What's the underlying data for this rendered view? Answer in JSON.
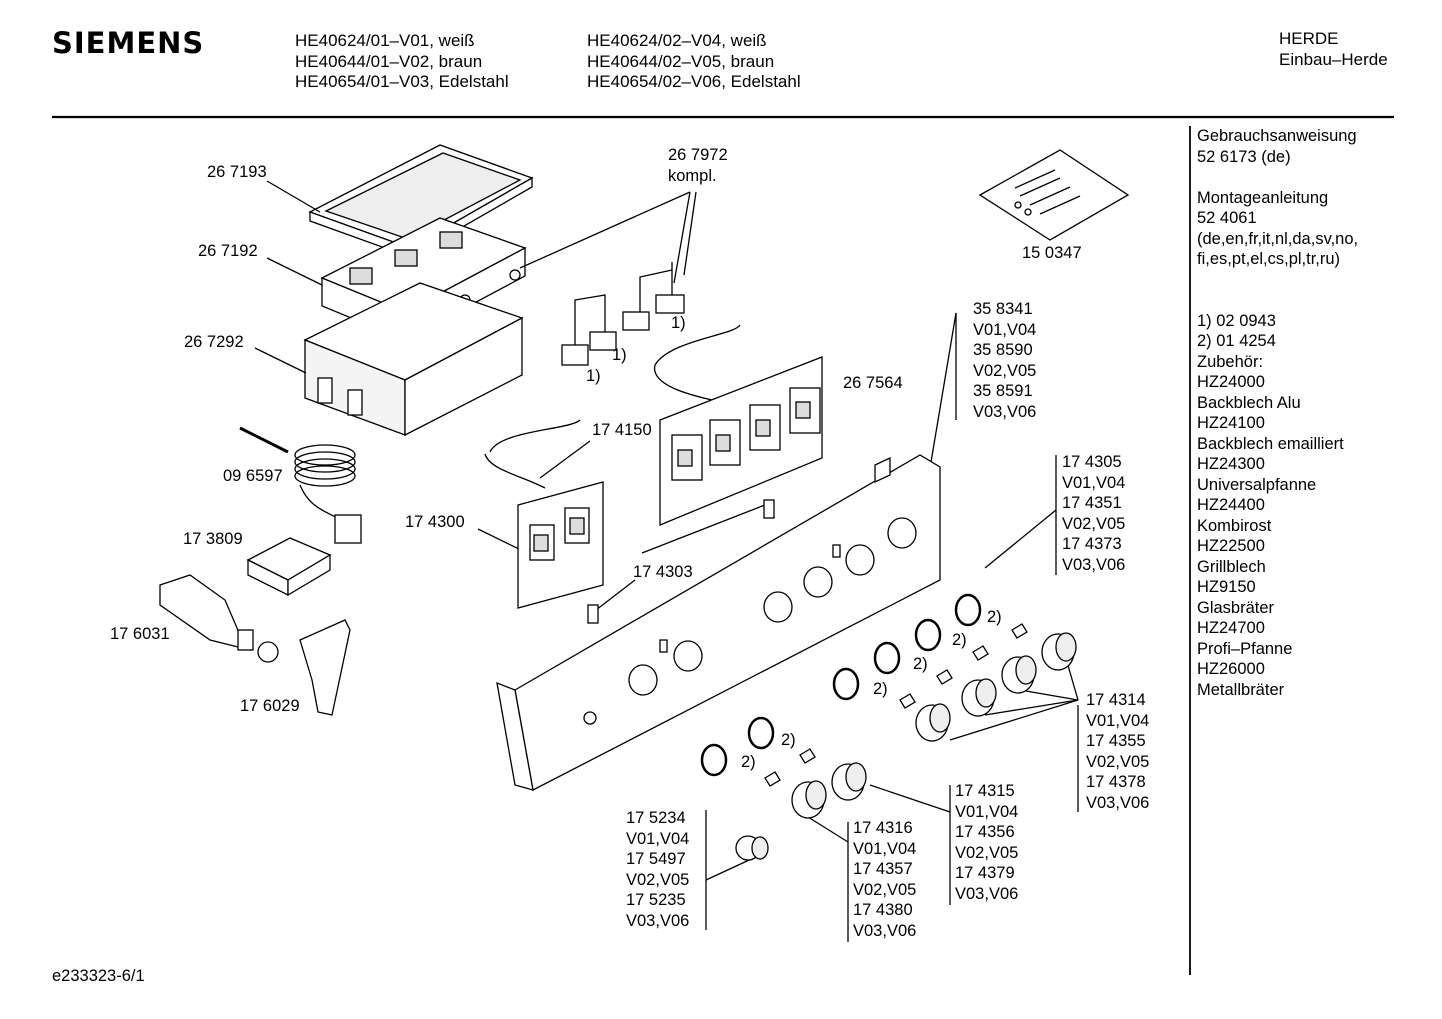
{
  "brand": "SIEMENS",
  "models_col1": [
    "HE40624/01–V01, weiß",
    "HE40644/01–V02, braun",
    "HE40654/01–V03, Edelstahl"
  ],
  "models_col2": [
    "HE40624/02–V04, weiß",
    "HE40644/02–V05, braun",
    "HE40654/02–V06, Edelstahl"
  ],
  "category": [
    "HERDE",
    "Einbau–Herde"
  ],
  "footer_code": "e233323-6/1",
  "parts": {
    "p267193": "26 7193",
    "p267192": "26 7192",
    "p267292": "26 7292",
    "p267972": [
      "26 7972",
      "kompl."
    ],
    "p150347": "15 0347",
    "p358341": [
      "35 8341",
      "V01,V04",
      "35 8590",
      "V02,V05",
      "35 8591",
      "V03,V06"
    ],
    "p267564": "26 7564",
    "p174150": "17 4150",
    "p096597": "09 6597",
    "p174300": "17 4300",
    "p173809": "17 3809",
    "p174303": "17 4303",
    "p176031": "17 6031",
    "p176029": "17 6029",
    "p174305": [
      "17 4305",
      "V01,V04",
      "17 4351",
      "V02,V05",
      "17 4373",
      "V03,V06"
    ],
    "p174314": [
      "17 4314",
      "V01,V04",
      "17 4355",
      "V02,V05",
      "17 4378",
      "V03,V06"
    ],
    "p174315": [
      "17 4315",
      "V01,V04",
      "17 4356",
      "V02,V05",
      "17 4379",
      "V03,V06"
    ],
    "p174316": [
      "17 4316",
      "V01,V04",
      "17 4357",
      "V02,V05",
      "17 4380",
      "V03,V06"
    ],
    "p175234": [
      "17 5234",
      "V01,V04",
      "17 5497",
      "V02,V05",
      "17 5235",
      "V03,V06"
    ]
  },
  "footnote_marks": {
    "one": "1)",
    "two": "2)"
  },
  "sidebar": {
    "manual_title": "Gebrauchsanweisung",
    "manual_no": "52 6173 (de)",
    "assembly_title": "Montageanleitung",
    "assembly_no": "52 4061",
    "assembly_langs": [
      "(de,en,fr,it,nl,da,sv,no,",
      "fi,es,pt,el,cs,pl,tr,ru)"
    ],
    "notes": [
      "1)  02 0943",
      "2)  01 4254"
    ],
    "accessories_title": "Zubehör:",
    "accessories": [
      "HZ24000",
      "Backblech Alu",
      "HZ24100",
      "Backblech emailliert",
      "HZ24300",
      "Universalpfanne",
      "HZ24400",
      "Kombirost",
      "HZ22500",
      "Grillblech",
      "HZ9150",
      "Glasbräter",
      "HZ24700",
      "Profi–Pfanne",
      "HZ26000",
      "Metallbräter"
    ]
  }
}
